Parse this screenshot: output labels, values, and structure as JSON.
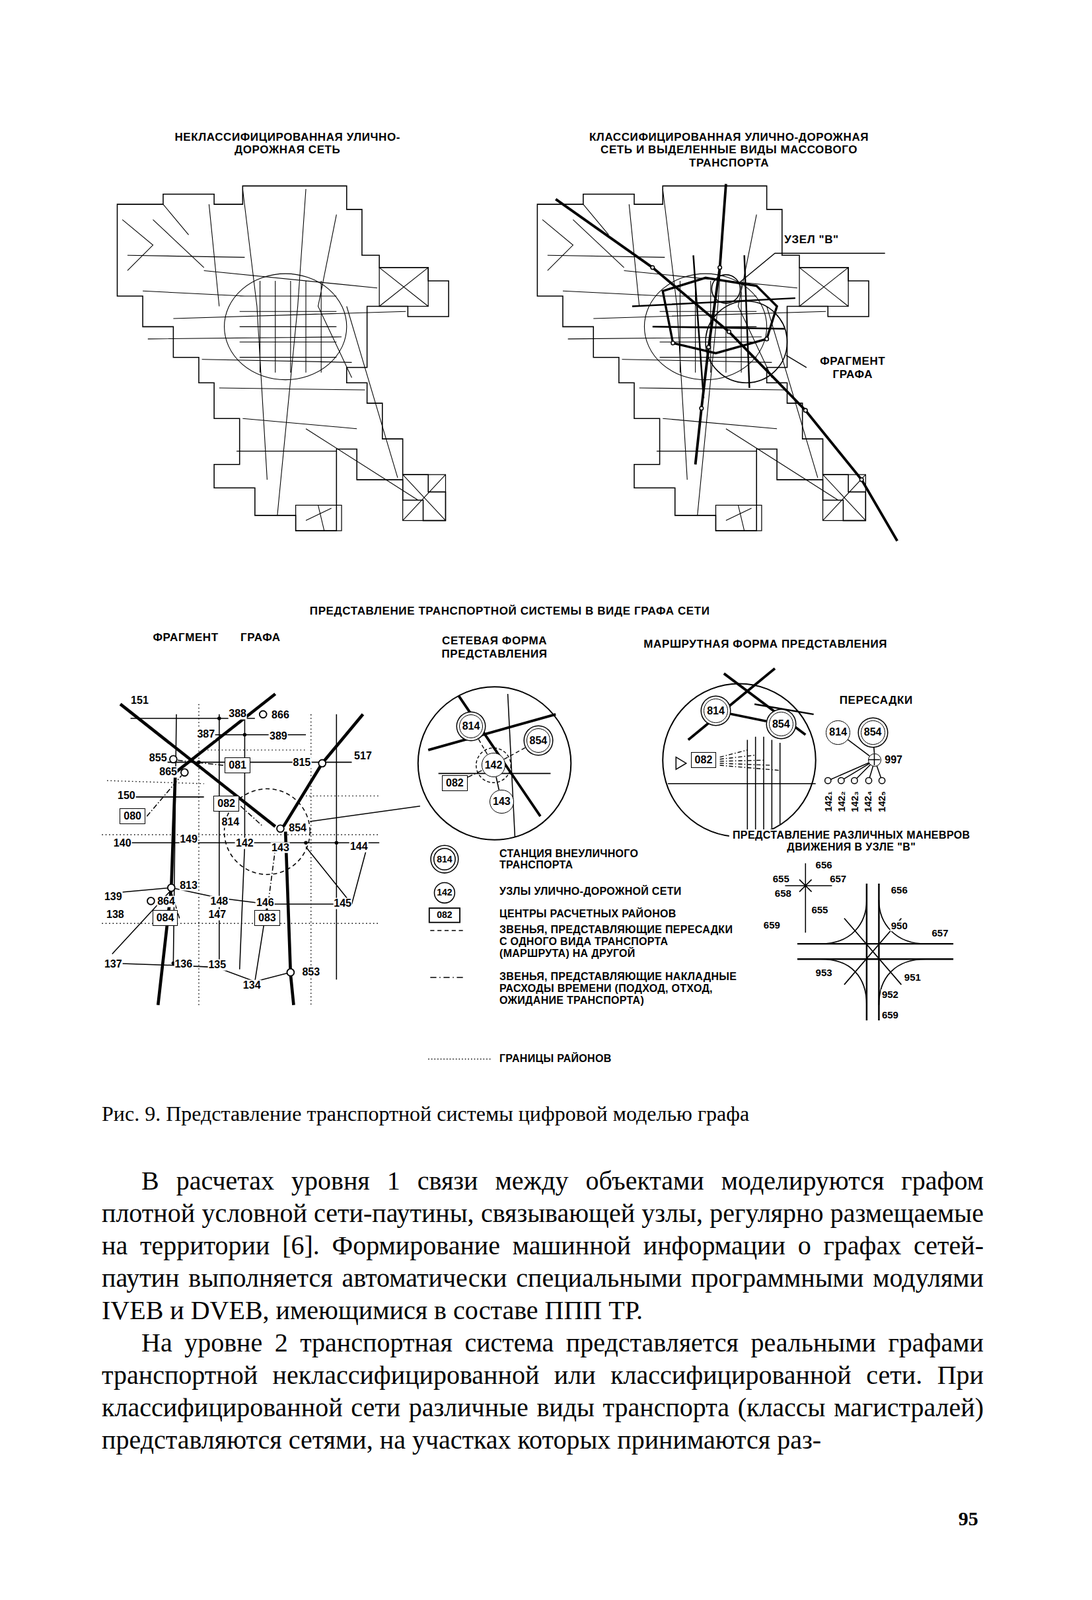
{
  "diagram": {
    "caption": "Рис. 9. Представление транспортной системы цифровой моделью графа",
    "nodes": [
      {
        "text": [
          "081"
        ]
      },
      {
        "text": [
          "082"
        ]
      },
      {
        "text": [
          "080"
        ]
      },
      {
        "text": [
          "084"
        ]
      },
      {
        "text": [
          "083"
        ]
      },
      {
        "text": [
          "814"
        ]
      },
      {
        "text": [
          "854"
        ]
      },
      {
        "text": [
          "142"
        ]
      },
      {
        "text": [
          "143"
        ]
      },
      {
        "text": [
          "082"
        ]
      },
      {
        "text": [
          "814"
        ]
      },
      {
        "text": [
          "854"
        ]
      },
      {
        "text": [
          "082"
        ]
      },
      {
        "text": [
          "814"
        ]
      },
      {
        "text": [
          "854"
        ]
      },
      {
        "text": [
          "997"
        ]
      }
    ],
    "edges": [
      {
        "from": 9,
        "to": 7,
        "arrow": "none"
      },
      {
        "from": 5,
        "to": 7,
        "arrow": "none"
      },
      {
        "from": 6,
        "to": 7,
        "arrow": "none"
      },
      {
        "from": 7,
        "to": 8,
        "arrow": "none"
      },
      {
        "from": 10,
        "to": 11,
        "arrow": "none"
      },
      {
        "from": 13,
        "to": 15,
        "arrow": "none"
      },
      {
        "from": 14,
        "to": 15,
        "arrow": "none"
      }
    ],
    "labels": [
      "НЕКЛАССИФИЦИРОВАННАЯ УЛИЧНО-ДОРОЖНАЯ СЕТЬ",
      "КЛАССИФИЦИРОВАННАЯ УЛИЧНО-ДОРОЖНАЯ СЕТЬ И ВЫДЕЛЕННЫЕ ВИДЫ МАССОВОГО ТРАНСПОРТА",
      "УЗЕЛ \"В\"",
      "ФРАГМЕНТ ГРАФА",
      "ПРЕДСТАВЛЕНИЕ ТРАНСПОРТНОЙ СИСТЕМЫ В ВИДЕ ГРАФА СЕТИ",
      "ФРАГМЕНТ ГРАФА",
      "СЕТЕВАЯ ФОРМА ПРЕДСТАВЛЕНИЯ",
      "МАРШРУТНАЯ ФОРМА ПРЕДСТАВЛЕНИЯ",
      "ПЕРЕСАДКИ",
      "151",
      "388",
      "866",
      "387",
      "389",
      "855",
      "865",
      "815",
      "517",
      "150",
      "814",
      "854",
      "140",
      "149",
      "142",
      "143",
      "144",
      "813",
      "139",
      "864",
      "148",
      "146",
      "145",
      "138",
      "147",
      "137",
      "136",
      "135",
      "134",
      "853",
      "142₁",
      "142₂",
      "142₃",
      "142₄",
      "142₅",
      "ПРЕДСТАВЛЕНИЕ РАЗЛИЧНЫХ МАНЕВРОВ ДВИЖЕНИЯ В УЗЛЕ \"В\"",
      "814",
      "142",
      "082",
      "656",
      "655",
      "657",
      "658",
      "659",
      "656",
      "950",
      "655",
      "657",
      "953",
      "951",
      "952",
      "659",
      "В расчетах уровня 1 связи между объектами моделируются графом плотной условной сети-паутины, связывающей узлы, регулярно размещаемые на территории [6]. Формирование машинной информации о графах сетей-паутин выполняется автоматически специальными программными модулями IVEB и DVEB, имеющимися в составе ППП ТР.",
      "На уровне 2 транспортная система представляется реальными графами транспортной неклассифицированной или классифицированной сети. При классифицированной сети различные виды транспорта (классы магистралей) представляются сетями, на участках которых принимаются раз-",
      "95"
    ],
    "legend": [
      {
        "text": "СТАНЦИЯ ВНЕУЛИЧНОГО ТРАНСПОРТА"
      },
      {
        "text": "УЗЛЫ УЛИЧНО-ДОРОЖНОЙ СЕТИ"
      },
      {
        "text": "ЦЕНТРЫ РАСЧЕТНЫХ РАЙОНОВ"
      },
      {
        "text": "ЗВЕНЬЯ, ПРЕДСТАВЛЯЮЩИЕ ПЕРЕСАДКИ С ОДНОГО ВИДА ТРАНСПОРТА (МАРШРУТА) НА ДРУГОЙ"
      },
      {
        "text": "ЗВЕНЬЯ, ПРЕДСТАВЛЯЮЩИЕ НАКЛАДНЫЕ РАСХОДЫ ВРЕМЕНИ (ПОДХОД, ОТХОД, ОЖИДАНИЕ ТРАНСПОРТА)"
      },
      {
        "text": "ГРАНИЦЫ РАЙОНОВ"
      }
    ]
  }
}
